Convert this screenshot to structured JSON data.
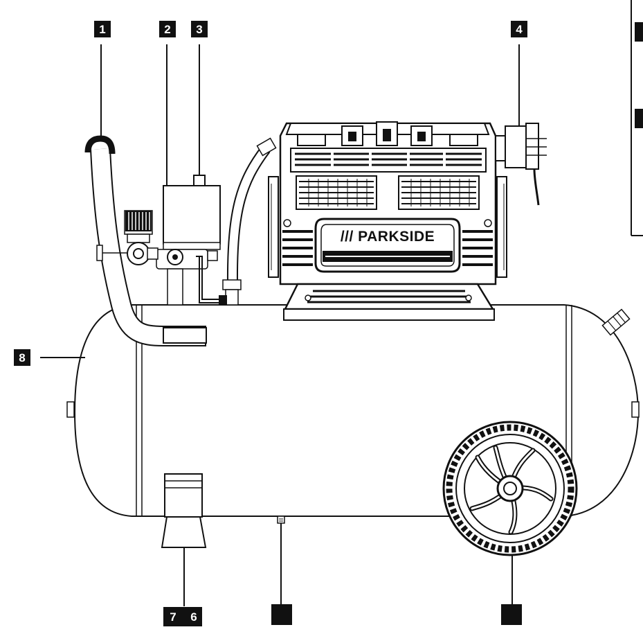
{
  "brand": "/// PARKSIDE",
  "callouts": [
    {
      "id": "callout-1",
      "label": "1"
    },
    {
      "id": "callout-2",
      "label": "2"
    },
    {
      "id": "callout-3",
      "label": "3"
    },
    {
      "id": "callout-4",
      "label": "4"
    },
    {
      "id": "callout-8",
      "label": "8"
    },
    {
      "id": "callout-7",
      "label": "7"
    },
    {
      "id": "callout-6",
      "label": "6"
    },
    {
      "id": "callout-5",
      "label": ""
    },
    {
      "id": "callout-9",
      "label": ""
    }
  ]
}
